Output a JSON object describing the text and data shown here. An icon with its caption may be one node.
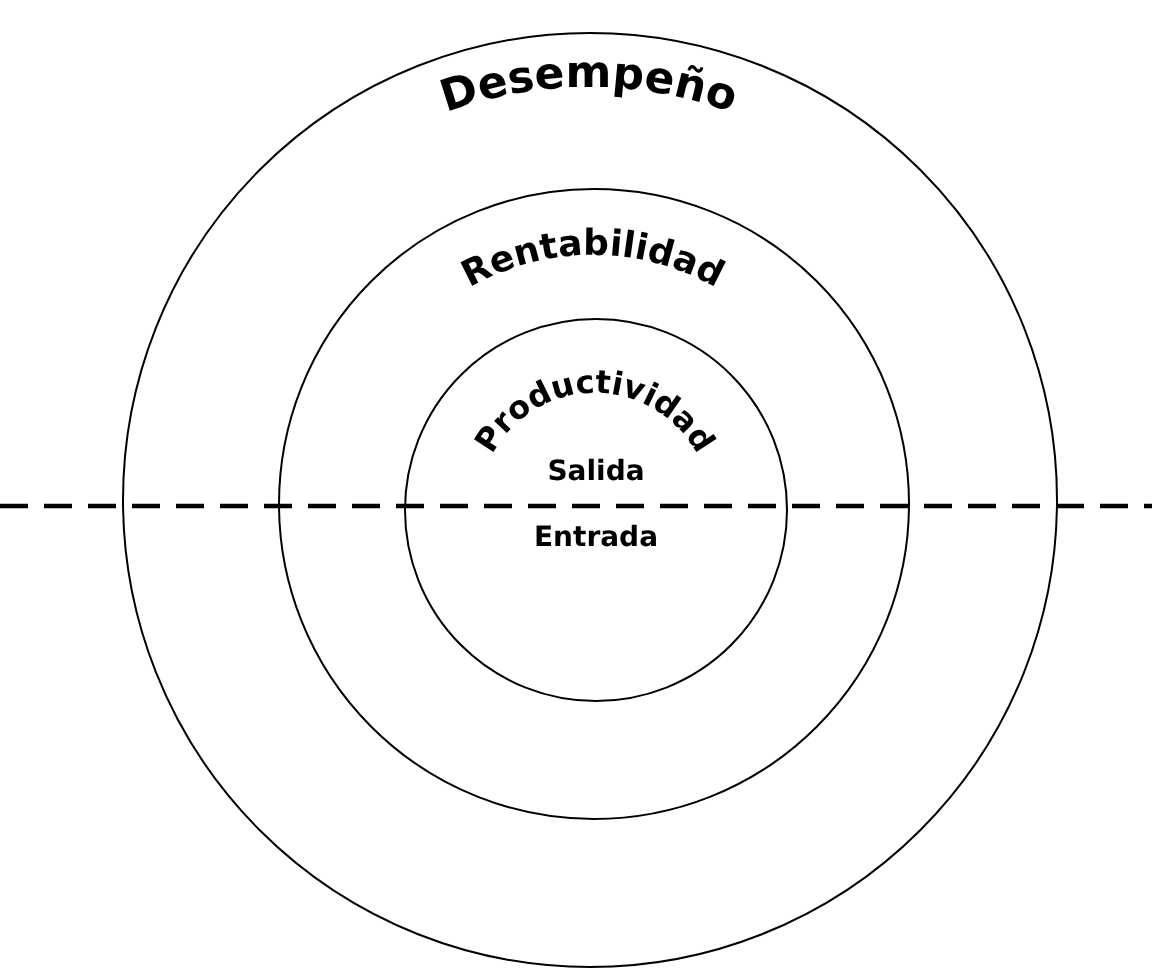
{
  "diagram": {
    "nodes": [
      {
        "text": [
          "Desempeño"
        ]
      },
      {
        "text": [
          "Rentabilidad"
        ],
        "in": 0
      },
      {
        "text": [
          "Productividad",
          "Salida",
          "Entrada"
        ],
        "in": 1
      }
    ]
  }
}
